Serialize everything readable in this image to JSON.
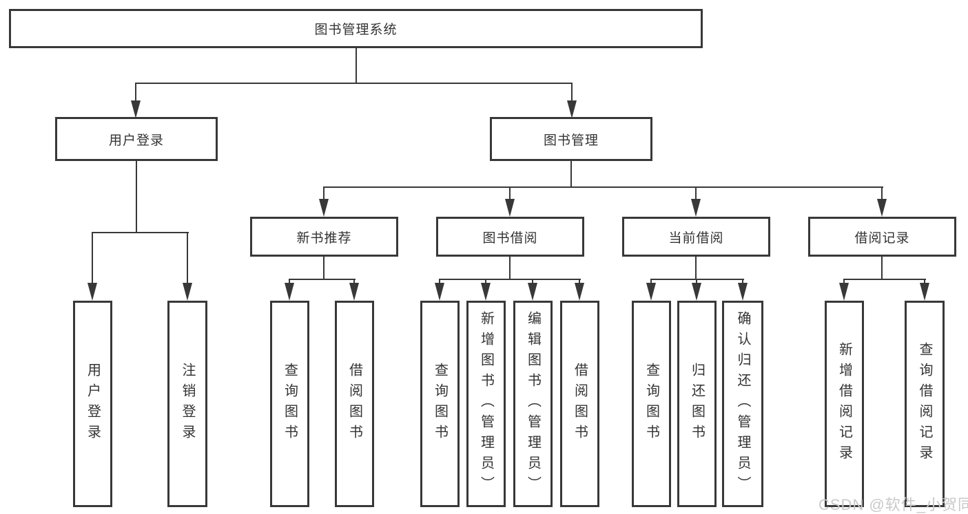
{
  "tree": {
    "root": {
      "label": "图书管理系统"
    },
    "branches": [
      {
        "label": "用户登录",
        "leaves": [
          {
            "label": "用户登录"
          },
          {
            "label": "注销登录"
          }
        ]
      },
      {
        "label": "图书管理",
        "groups": [
          {
            "label": "新书推荐",
            "leaves": [
              {
                "label": "查询图书"
              },
              {
                "label": "借阅图书"
              }
            ]
          },
          {
            "label": "图书借阅",
            "leaves": [
              {
                "label": "查询图书"
              },
              {
                "label": "新增图书（管理员）"
              },
              {
                "label": "编辑图书（管理员）"
              },
              {
                "label": "借阅图书"
              }
            ]
          },
          {
            "label": "当前借阅",
            "leaves": [
              {
                "label": "查询图书"
              },
              {
                "label": "归还图书"
              },
              {
                "label": "确认归还（管理员）"
              }
            ]
          },
          {
            "label": "借阅记录",
            "leaves": [
              {
                "label": "新增借阅记录"
              },
              {
                "label": "查询借阅记录"
              }
            ]
          }
        ]
      }
    ]
  },
  "watermark": {
    "text": "CSDN @软件_小贺同学"
  },
  "colors": {
    "line": "#383838",
    "text": "#333333",
    "watermark": "#c9c9c9",
    "background": "#ffffff"
  }
}
